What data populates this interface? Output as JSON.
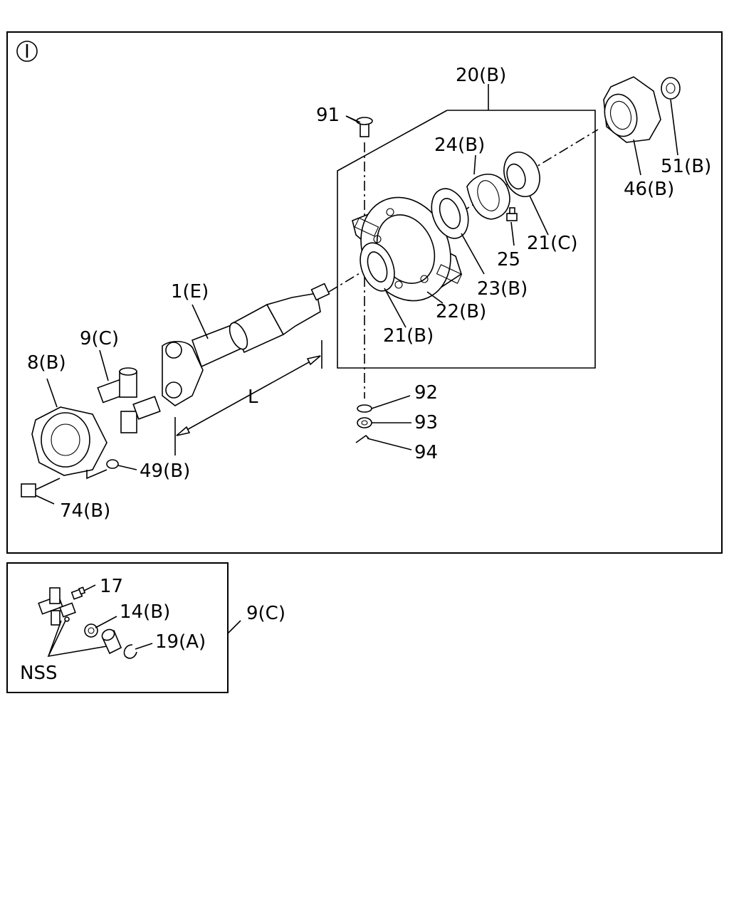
{
  "main_panel": {
    "marker": "I"
  },
  "labels": {
    "p20b": "20(B)",
    "p91": "91",
    "p24b": "24(B)",
    "p51b": "51(B)",
    "p46b": "46(B)",
    "p21c": "21(C)",
    "p25": "25",
    "p23b": "23(B)",
    "p22b": "22(B)",
    "p21b": "21(B)",
    "p1e": "1(E)",
    "p9c": "9(C)",
    "p8b": "8(B)",
    "dim_l": "L",
    "p92": "92",
    "p93": "93",
    "p94": "94",
    "p49b": "49(B)",
    "p74b": "74(B)"
  },
  "inset": {
    "title": "9(C)",
    "labels": {
      "p17": "17",
      "p14b": "14(B)",
      "p19a": "19(A)",
      "nss": "NSS"
    }
  }
}
